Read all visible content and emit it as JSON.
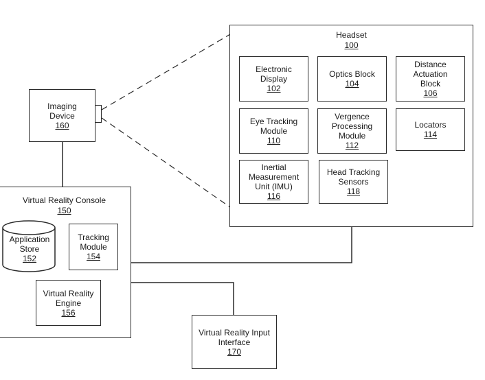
{
  "headset": {
    "name": "Headset",
    "ref": "100"
  },
  "modules": {
    "electronic_display": {
      "name_line1": "Electronic",
      "name_line2": "Display",
      "ref": "102"
    },
    "optics_block": {
      "name": "Optics Block",
      "ref": "104"
    },
    "distance_actuation": {
      "name_line1": "Distance",
      "name_line2": "Actuation",
      "name_line3": "Block",
      "ref": "106"
    },
    "eye_tracking": {
      "name_line1": "Eye Tracking",
      "name_line2": "Module",
      "ref": "110"
    },
    "vergence": {
      "name_line1": "Vergence",
      "name_line2": "Processing",
      "name_line3": "Module",
      "ref": "112"
    },
    "locators": {
      "name": "Locators",
      "ref": "114"
    },
    "imu": {
      "name_line1": "Inertial",
      "name_line2": "Measurement",
      "name_line3": "Unit (IMU)",
      "ref": "116"
    },
    "head_tracking": {
      "name_line1": "Head Tracking",
      "name_line2": "Sensors",
      "ref": "118"
    }
  },
  "imaging_device": {
    "name_line1": "Imaging",
    "name_line2": "Device",
    "ref": "160"
  },
  "console": {
    "name": "Virtual Reality Console",
    "ref": "150",
    "application_store": {
      "name_line1": "Application",
      "name_line2": "Store",
      "ref": "152"
    },
    "tracking_module": {
      "name_line1": "Tracking",
      "name_line2": "Module",
      "ref": "154"
    },
    "engine": {
      "name_line1": "Virtual Reality",
      "name_line2": "Engine",
      "ref": "156"
    }
  },
  "input_interface": {
    "name_line1": "Virtual Reality Input",
    "name_line2": "Interface",
    "ref": "170"
  },
  "colors": {
    "line": "#2a2a2a",
    "background": "#ffffff"
  }
}
